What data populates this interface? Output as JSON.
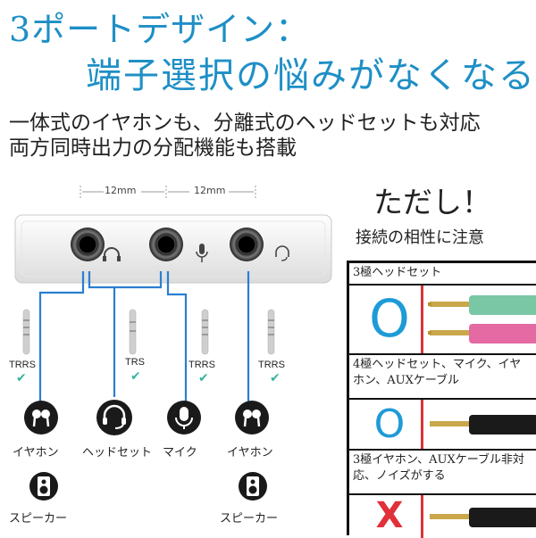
{
  "title": {
    "line1": "3ポートデザイン：",
    "line2": "端子選択の悩みがなくなる"
  },
  "description": {
    "line1": "一体式のイヤホンも、分離式のヘッドセットも対応",
    "line2": "両方同時出力の分配機能も搭載"
  },
  "dimensions": {
    "left": "12mm",
    "right": "12mm"
  },
  "plugs": [
    {
      "label": "TRRS",
      "check": "✔"
    },
    {
      "label": "TRS",
      "check": "✔"
    },
    {
      "label": "TRRS",
      "check": "✔"
    },
    {
      "label": "TRRS",
      "check": "✔"
    }
  ],
  "devices": [
    {
      "label": "イヤホン",
      "icon": "earphone-icon"
    },
    {
      "label": "ヘッドセット",
      "icon": "headset-icon"
    },
    {
      "label": "マイク",
      "icon": "microphone-icon"
    },
    {
      "label": "イヤホン",
      "icon": "earphone-icon"
    }
  ],
  "speakers": [
    {
      "label": "スピーカー",
      "icon": "speaker-icon"
    },
    {
      "label": "スピーカー",
      "icon": "speaker-icon"
    }
  ],
  "notice": {
    "heading": "ただし！",
    "subheading": "接続の相性に注意"
  },
  "compat_table": [
    {
      "title": "3極ヘッドセット",
      "mark": "O",
      "mark_color": "#1e9bd7"
    },
    {
      "title": "4極ヘッドセット、マイク、イヤホン、AUXケーブル",
      "mark": "O",
      "mark_color": "#1e9bd7"
    },
    {
      "title": "3極イヤホン、AUXケーブル非対応、ノイズがする",
      "mark": "X",
      "mark_color": "#e0303a"
    }
  ],
  "colors": {
    "accent": "#1e8fc6",
    "wire": "#2a7fd0",
    "check": "#39b4a0",
    "red": "#d8333a"
  }
}
